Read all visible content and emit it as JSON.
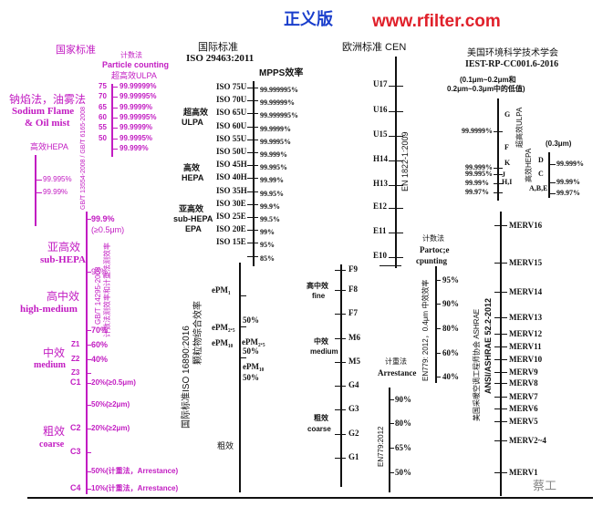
{
  "header": {
    "edition": "正义版",
    "url": "www.rfilter.com"
  },
  "gb": {
    "title": "国家标准",
    "count_method_1": "计数法",
    "count_method_2": "Particle counting",
    "ulpa_label": "超高效ULPA",
    "sodium_1": "钠焰法，油雾法",
    "sodium_2": "Sodium Flame",
    "sodium_3": "& Oil mist",
    "hepa": "高效HEPA",
    "std_ulpa": "GB/T 13554-2008 / GB/T 6165-2008",
    "std_coarse": "GB/T 14295-2008",
    "std_coarse_note": "计数法测效率和计重法测效率",
    "ulpa_rows": [
      {
        "grade": "75",
        "eff": "99.99999%"
      },
      {
        "grade": "70",
        "eff": "99.99995%"
      },
      {
        "grade": "65",
        "eff": "99.9999%"
      },
      {
        "grade": "60",
        "eff": "99.99995%"
      },
      {
        "grade": "55",
        "eff": "99.9999%"
      },
      {
        "grade": "50",
        "eff": "99.9995%"
      },
      {
        "grade": "",
        "eff": "99.999%"
      }
    ],
    "hepa_rows": [
      "99.995%",
      "99.99%"
    ],
    "subhepa_1": "亚高效",
    "subhepa_2": "sub-HEPA",
    "subhepa_top": "99.9%",
    "subhepa_note": "(≥0.5μm)",
    "subhepa_95": "95%",
    "highmed_1": "高中效",
    "highmed_2": "high-medium",
    "medium_1": "中效",
    "medium_2": "medium",
    "coarse_1": "粗效",
    "coarse_2": "coarse",
    "mid_rows": [
      {
        "grade": "",
        "eff": "70%"
      },
      {
        "grade": "Z1",
        "eff": "60%"
      },
      {
        "grade": "Z2",
        "eff": "40%"
      },
      {
        "grade": "Z3",
        "eff": ""
      }
    ],
    "c_rows": [
      {
        "grade": "C1",
        "eff": "20%(≥0.5μm)"
      },
      {
        "grade": "",
        "eff": "50%(≥2μm)"
      },
      {
        "grade": "C2",
        "eff": "20%(≥2μm)"
      },
      {
        "grade": "C3",
        "eff": ""
      },
      {
        "grade": "",
        "eff": "50%(计重法，Arrestance)"
      },
      {
        "grade": "C4",
        "eff": "10%(计重法，Arrestance)"
      }
    ]
  },
  "iso": {
    "title": "国际标准",
    "subtitle": "ISO 29463:2011",
    "mpps": "MPPS效率",
    "ulpa_1": "超高效",
    "ulpa_2": "ULPA",
    "hepa_1": "高效",
    "hepa_2": "HEPA",
    "subhepa_1": "亚高效",
    "subhepa_2": "sub-HEPA",
    "subhepa_3": "EPA",
    "rows": [
      {
        "grade": "ISO 75U",
        "eff": "99.999995%"
      },
      {
        "grade": "ISO 70U",
        "eff": "99.99999%"
      },
      {
        "grade": "ISO 65U",
        "eff": "99.999995%"
      },
      {
        "grade": "ISO 60U",
        "eff": "99.9999%"
      },
      {
        "grade": "ISO 55U",
        "eff": "99.9995%"
      },
      {
        "grade": "ISO 50U",
        "eff": "99.999%"
      },
      {
        "grade": "ISO 45H",
        "eff": "99.995%"
      },
      {
        "grade": "ISO 40H",
        "eff": "99.99%"
      },
      {
        "grade": "ISO 35H",
        "eff": "99.95%"
      },
      {
        "grade": "ISO 30E",
        "eff": "99.9%"
      },
      {
        "grade": "ISO 25E",
        "eff": "99.5%"
      },
      {
        "grade": "ISO 20E",
        "eff": "99%"
      },
      {
        "grade": "ISO 15E",
        "eff": "95%"
      },
      {
        "grade": "",
        "eff": "85%"
      }
    ],
    "std_16890": "国际标准ISO 16890:2016",
    "std_16890_note": "颗粒物综合效率",
    "pm1": "ePM₁",
    "pm25": "ePM₂.₅",
    "pm10": "ePM₁₀",
    "pm_rows": [
      {
        "grade": "",
        "eff": "50%"
      },
      {
        "grade": "ePM₂.₅",
        "eff": "50%"
      },
      {
        "grade": "ePM₁₀",
        "eff": "50%"
      }
    ],
    "coarse": "粗效"
  },
  "en": {
    "title": "欧洲标准 CEN",
    "std_1822": "EN 1822-1:2009",
    "grades_hepa": [
      "U17",
      "U16",
      "U15",
      "H14",
      "H13",
      "E12",
      "E11",
      "E10"
    ],
    "count_1": "计数法",
    "count_2": "Partoc;e",
    "count_3": "cpunting",
    "std_779_2012": "EN779: 2012，0.4μm 中效效率",
    "f_grades": [
      "F9",
      "F8",
      "F7",
      "M6",
      "M5"
    ],
    "highmed_1": "高中效",
    "highmed_2": "fine",
    "medium_1": "中效",
    "medium_2": "medium",
    "f_eff": [
      "95%",
      "90%",
      "80%",
      "60%",
      "40%"
    ],
    "arrest_1": "计重法",
    "arrest_2": "Arrestance",
    "g_grades": [
      "G4",
      "G3",
      "G2",
      "G1"
    ],
    "coarse_1": "粗效",
    "coarse_2": "coarse",
    "g_eff": [
      "90%",
      "80%",
      "65%",
      "50%"
    ],
    "std_779_g": "EN779:2012"
  },
  "us": {
    "title": "美国环境科学技术学会",
    "subtitle": "IEST-RP-CC001.6-2016",
    "note_1": "(0.1μm~0.2μm和",
    "note_2": "0.2μm~0.3μm中的低值)",
    "ulpa_label": "超高效ULPA",
    "hepa_label": "高效HEPA",
    "size_03": "(0.3μm)",
    "left_rows": [
      "99.9999%",
      "99.999%",
      "99.995%",
      "99.99%",
      "99.97%"
    ],
    "left_grades": [
      "G",
      "F",
      "K",
      "J",
      "H,I"
    ],
    "right_grades": [
      "D",
      "C",
      "A,B,E"
    ],
    "right_rows": [
      "99.999%",
      "99.99%",
      "99.97%"
    ],
    "merv": [
      "MERV16",
      "MERV15",
      "MERV14",
      "MERV13",
      "MERV12",
      "MERV11",
      "MERV10",
      "MERV9",
      "MERV8",
      "MERV7",
      "MERV6",
      "MERV5",
      "MERV2~4",
      "MERV1"
    ],
    "std_ashrae": "美国采暖空调工程师协会 ASHRAE",
    "std_ashrae_2": "ANSI/ASHRAE 52.2-2012"
  },
  "watermark": "蔡工"
}
